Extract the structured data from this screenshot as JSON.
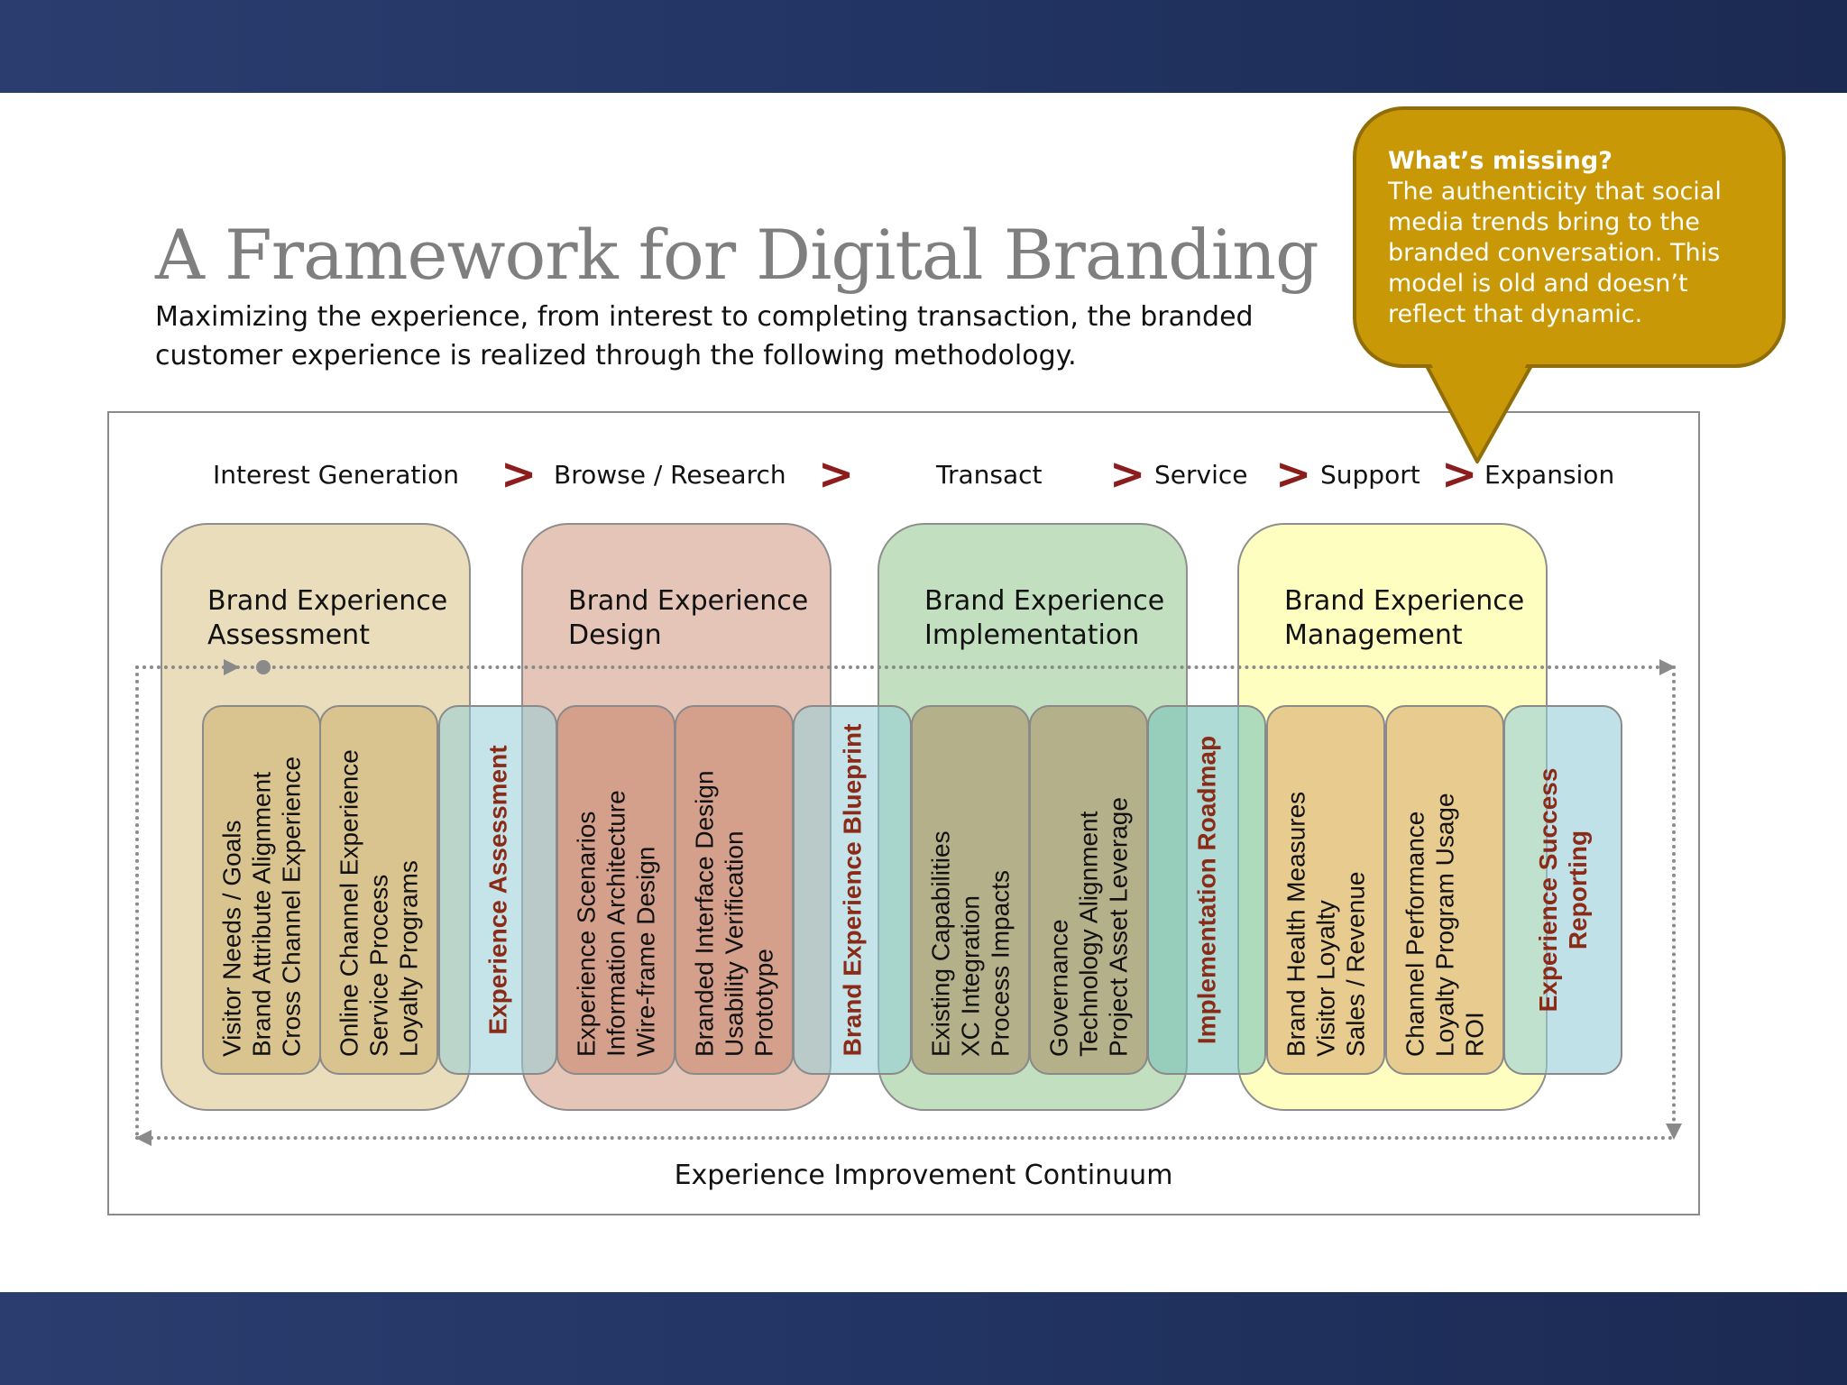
{
  "title": "A Framework for Digital Branding",
  "subtitle": "Maximizing the experience, from interest to completing transaction, the branded customer experience is realized through the following methodology.",
  "stages": [
    "Interest Generation",
    "Browse / Research",
    "Transact",
    "Service",
    "Support",
    "Expansion"
  ],
  "chevron": ">",
  "groups": [
    {
      "title": "Brand Experience\nAssessment",
      "color": "#e9ddbc"
    },
    {
      "title": "Brand Experience\nDesign",
      "color": "#e5c5b8"
    },
    {
      "title": "Brand Experience\nImplementation",
      "color": "#c2dfbf"
    },
    {
      "title": "Brand Experience\nManagement",
      "color": "#fefec0"
    }
  ],
  "columns": [
    {
      "lines": [
        "Visitor Needs / Goals",
        "Brand Attribute Alignment",
        "Cross Channel Experience"
      ]
    },
    {
      "lines": [
        "Online Channel Experience",
        "Service Process",
        "Loyalty Programs"
      ]
    },
    {
      "lines": [
        "Experience Assessment"
      ]
    },
    {
      "lines": [
        "Experience Scenarios",
        "Information Architecture",
        "Wire-frame Design"
      ]
    },
    {
      "lines": [
        "Branded Interface Design",
        "Usability Verification",
        "Prototype"
      ]
    },
    {
      "lines": [
        "Brand Experience Blueprint"
      ]
    },
    {
      "lines": [
        "Existing Capabilities",
        "XC Integration",
        "Process Impacts"
      ]
    },
    {
      "lines": [
        "Governance",
        "Technology Alignment",
        "Project Asset Leverage"
      ]
    },
    {
      "lines": [
        "Implementation Roadmap"
      ]
    },
    {
      "lines": [
        "Brand Health Measures",
        "Visitor Loyalty",
        "Sales / Revenue"
      ]
    },
    {
      "lines": [
        "Channel Performance",
        "Loyalty Program Usage",
        "ROI"
      ]
    },
    {
      "lines": [
        "Experience Success",
        "Reporting"
      ]
    }
  ],
  "continuum_label": "Experience Improvement Continuum",
  "callout": {
    "heading": "What’s missing?",
    "text": "The authenticity that social media trends bring to the branded conversation. This model is old and doesn’t reflect that dynamic."
  },
  "colors": {
    "band": "#223463",
    "callout": "#c99806",
    "deliverable_text": "#8b2a16",
    "chevron": "#8c1d1d",
    "assessment_col": "#d9c38f",
    "design_col": "#d4a08c",
    "implementation_col": "#b4b08a",
    "management_col": "#e8cb8e",
    "deliverable_col": "rgba(150,205,215,0.55)"
  }
}
